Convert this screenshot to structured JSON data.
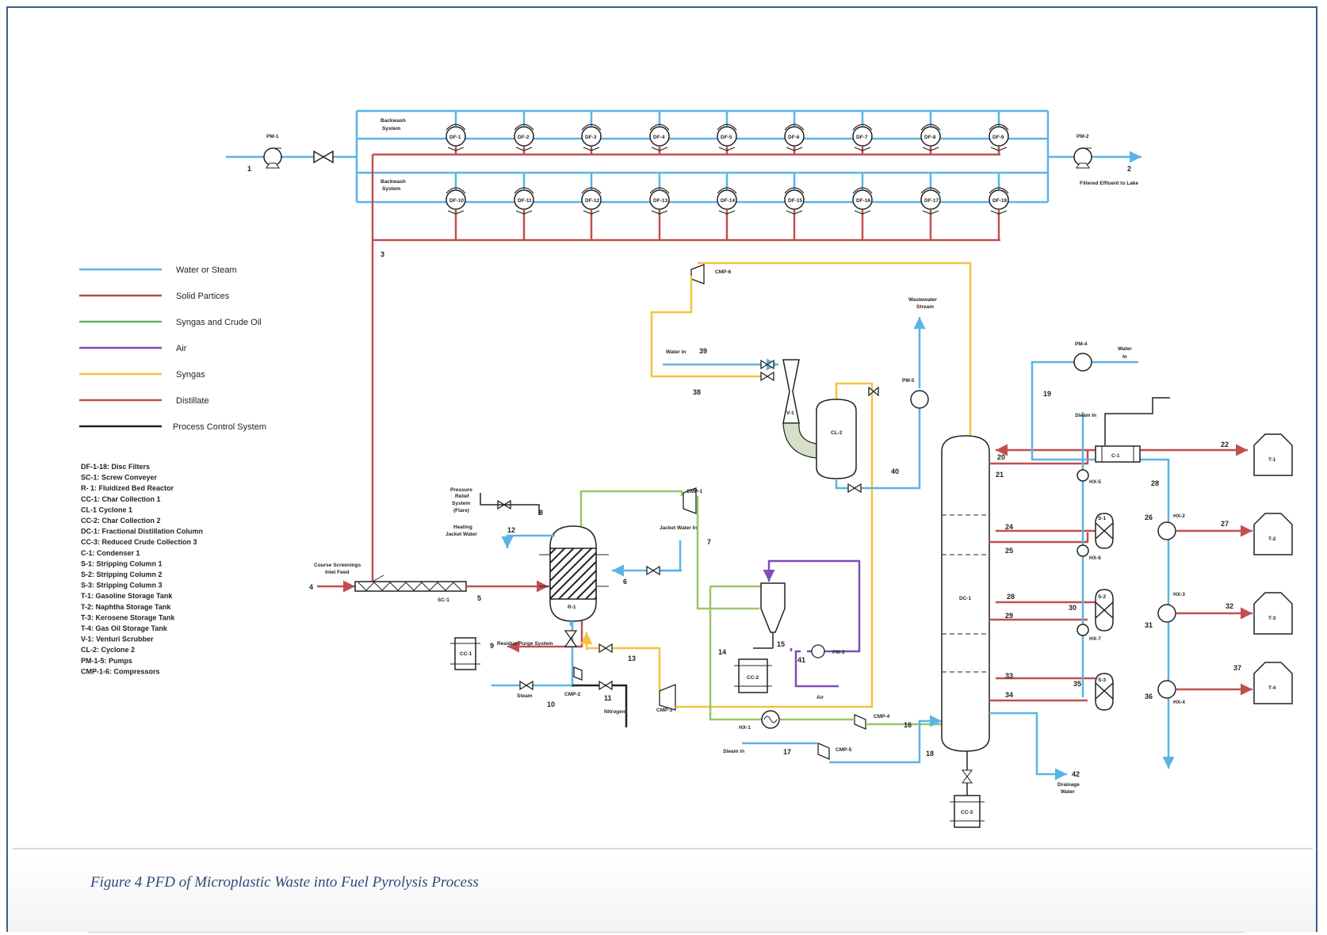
{
  "caption": "Figure 4 PFD of Microplastic Waste into Fuel Pyrolysis Process",
  "colors": {
    "water": "#5ab4e6",
    "solids": "#b5484a",
    "syngas_crude": "#5cb85c",
    "air": "#7d4fb5",
    "syngas": "#f2c340",
    "distillate": "#c0504d",
    "control": "#222222",
    "green_line": "#9ac46a"
  },
  "legend": [
    {
      "label": "Water or Steam",
      "color": "#5ab4e6"
    },
    {
      "label": "Solid Partices",
      "color": "#b5484a"
    },
    {
      "label": "Syngas and Crude Oil",
      "color": "#5cb85c"
    },
    {
      "label": "Air",
      "color": "#7d4fb5"
    },
    {
      "label": "Syngas",
      "color": "#f2c340"
    },
    {
      "label": "Distillate",
      "color": "#c0504d"
    },
    {
      "label": "Process Control System",
      "color": "#222222"
    }
  ],
  "abbreviations": [
    "DF-1-18: Disc Filters",
    "SC-1: Screw Conveyer",
    "R- 1: Fluidized Bed Reactor",
    "CC-1: Char Collection 1",
    "CL-1 Cyclone 1",
    "CC-2: Char Collection 2",
    "DC-1: Fractional Distillation Column",
    "CC-3: Reduced Crude Collection 3",
    "C-1: Condenser 1",
    "S-1: Stripping Column 1",
    "S-2: Stripping Column 2",
    "S-3: Stripping Column 3",
    "T-1: Gasoline Storage Tank",
    "T-2: Naphtha Storage Tank",
    "T-3: Kerosene Storage Tank",
    "T-4: Gas Oil Storage Tank",
    "V-1: Venturi Scrubber",
    "CL-2: Cyclone 2",
    "PM-1-5: Pumps",
    "CMP-1-6: Compressors"
  ],
  "filters_top": [
    "DF-1",
    "DF-2",
    "DF-3",
    "DF-4",
    "DF-5",
    "DF-6",
    "DF-7",
    "DF-8",
    "DF-9"
  ],
  "filters_bottom": [
    "DF-10",
    "DF-11",
    "DF-12",
    "DF-13",
    "DF-14",
    "DF-15",
    "DF-16",
    "DF-17",
    "DF-18"
  ],
  "labels": {
    "backwash": "Backwash",
    "system": "System",
    "pm1": "PM-1",
    "pm2": "PM-2",
    "pm3": "PM-3",
    "pm4": "PM-4",
    "pm5": "PM-5",
    "effluent": "Filtered Effluent to Lake",
    "cmp1": "CMP-1",
    "cmp2": "CMP-2",
    "cmp3": "CMP-3",
    "cmp4": "CMP-4",
    "cmp5": "CMP-5",
    "cmp6": "CMP-6",
    "wastewater1": "Wastewater",
    "wastewater2": "Stream",
    "water_in": "Water In",
    "water_in2a": "Water",
    "water_in2b": "In",
    "steam_in": "Steam In",
    "steam_in2": "Steam in",
    "v1": "V-1",
    "cl2": "CL-2",
    "c1": "C-1",
    "dc1": "DC-1",
    "cc1": "CC-1",
    "cc2": "CC-2",
    "cc3": "CC-3",
    "r1": "R-1",
    "sc1": "SC-1",
    "s1": "S-1",
    "s2": "S-2",
    "s3": "S-3",
    "hx1": "HX-1",
    "hx2": "HX-2",
    "hx3": "HX-3",
    "hx4": "HX-4",
    "hx5": "HX-5",
    "hx6": "HX-6",
    "hx7": "HX-7",
    "t1": "T-1",
    "t2": "T-2",
    "t3": "T-3",
    "t4": "T-4",
    "prs1": "Pressure",
    "prs2": "Relief",
    "prs3": "System",
    "prs4": "(Flare)",
    "heat1": "Heating",
    "heat2": "Jacket Water",
    "jacket_in": "Jacket Water In",
    "coarse1": "Course Screenings",
    "coarse2": "Inlet Feed",
    "residue": "Residue Purge System",
    "steam": "Steam",
    "nitrogen": "Nitrogen",
    "air": "Air",
    "drain1": "Drainage",
    "drain2": "Water"
  },
  "stream_numbers": [
    "1",
    "2",
    "3",
    "4",
    "5",
    "6",
    "7",
    "8",
    "9",
    "10",
    "11",
    "12",
    "13",
    "14",
    "15",
    "16",
    "17",
    "18",
    "19",
    "20",
    "21",
    "22",
    "24",
    "25",
    "26",
    "27",
    "28",
    "28",
    "29",
    "30",
    "31",
    "32",
    "33",
    "34",
    "35",
    "36",
    "37",
    "38",
    "39",
    "40",
    "41",
    "42"
  ]
}
